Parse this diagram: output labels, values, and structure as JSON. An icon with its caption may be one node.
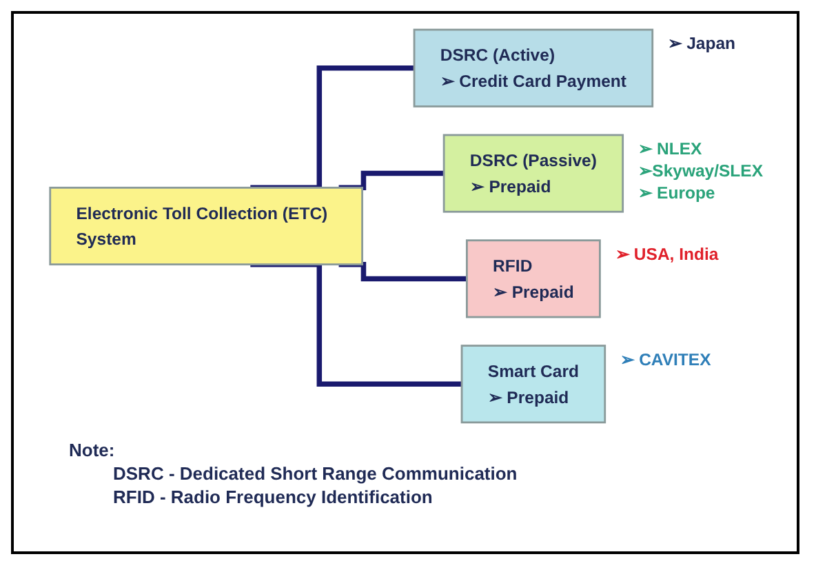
{
  "diagram": {
    "nodes": [
      {
        "text": [
          "Electronic Toll Collection (ETC) System"
        ]
      },
      {
        "text": [
          "DSRC (Active)",
          "➢ Credit Card Payment"
        ],
        "beside": [
          "➢ Japan"
        ]
      },
      {
        "text": [
          "DSRC (Passive)",
          "➢ Prepaid"
        ],
        "beside": [
          "➢ NLEX",
          "➢Skyway/SLEX",
          "➢ Europe"
        ]
      },
      {
        "text": [
          "RFID",
          "➢ Prepaid"
        ],
        "beside": [
          "➢ USA, India"
        ]
      },
      {
        "text": [
          "Smart Card",
          "➢ Prepaid"
        ],
        "beside": [
          "➢ CAVITEX"
        ]
      }
    ],
    "edges": [
      {
        "from": 0,
        "to": 1,
        "arrow": "none"
      },
      {
        "from": 0,
        "to": 2,
        "arrow": "none"
      },
      {
        "from": 0,
        "to": 3,
        "arrow": "none"
      },
      {
        "from": 0,
        "to": 4,
        "arrow": "none"
      }
    ],
    "labels": [
      "Note:",
      "DSRC - Dedicated Short Range Communication",
      "RFID - Radio Frequency Identification"
    ]
  }
}
